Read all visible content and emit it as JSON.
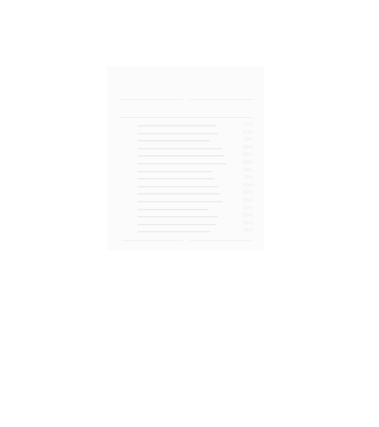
{
  "document": {
    "title_logo": "",
    "subtitle": "",
    "footer": "",
    "rows": [
      {
        "percent": "77%",
        "fill": 0.78
      },
      {
        "percent": "80%",
        "fill": 0.8
      },
      {
        "percent": "70%",
        "fill": 0.72
      },
      {
        "percent": "85%",
        "fill": 0.84
      },
      {
        "percent": "89%",
        "fill": 0.86
      },
      {
        "percent": "90%",
        "fill": 0.88
      },
      {
        "percent": "79%",
        "fill": 0.74
      },
      {
        "percent": "75%",
        "fill": 0.76
      },
      {
        "percent": "80%",
        "fill": 0.8
      },
      {
        "percent": "82%",
        "fill": 0.82
      },
      {
        "percent": "88%",
        "fill": 0.84
      },
      {
        "percent": "70%",
        "fill": 0.7
      },
      {
        "percent": "85%",
        "fill": 0.8
      },
      {
        "percent": "81%",
        "fill": 0.78
      },
      {
        "percent": "74%",
        "fill": 0.72
      }
    ]
  },
  "colors": {
    "paper": "#fbfbfb",
    "ink": "#ebebeb"
  }
}
